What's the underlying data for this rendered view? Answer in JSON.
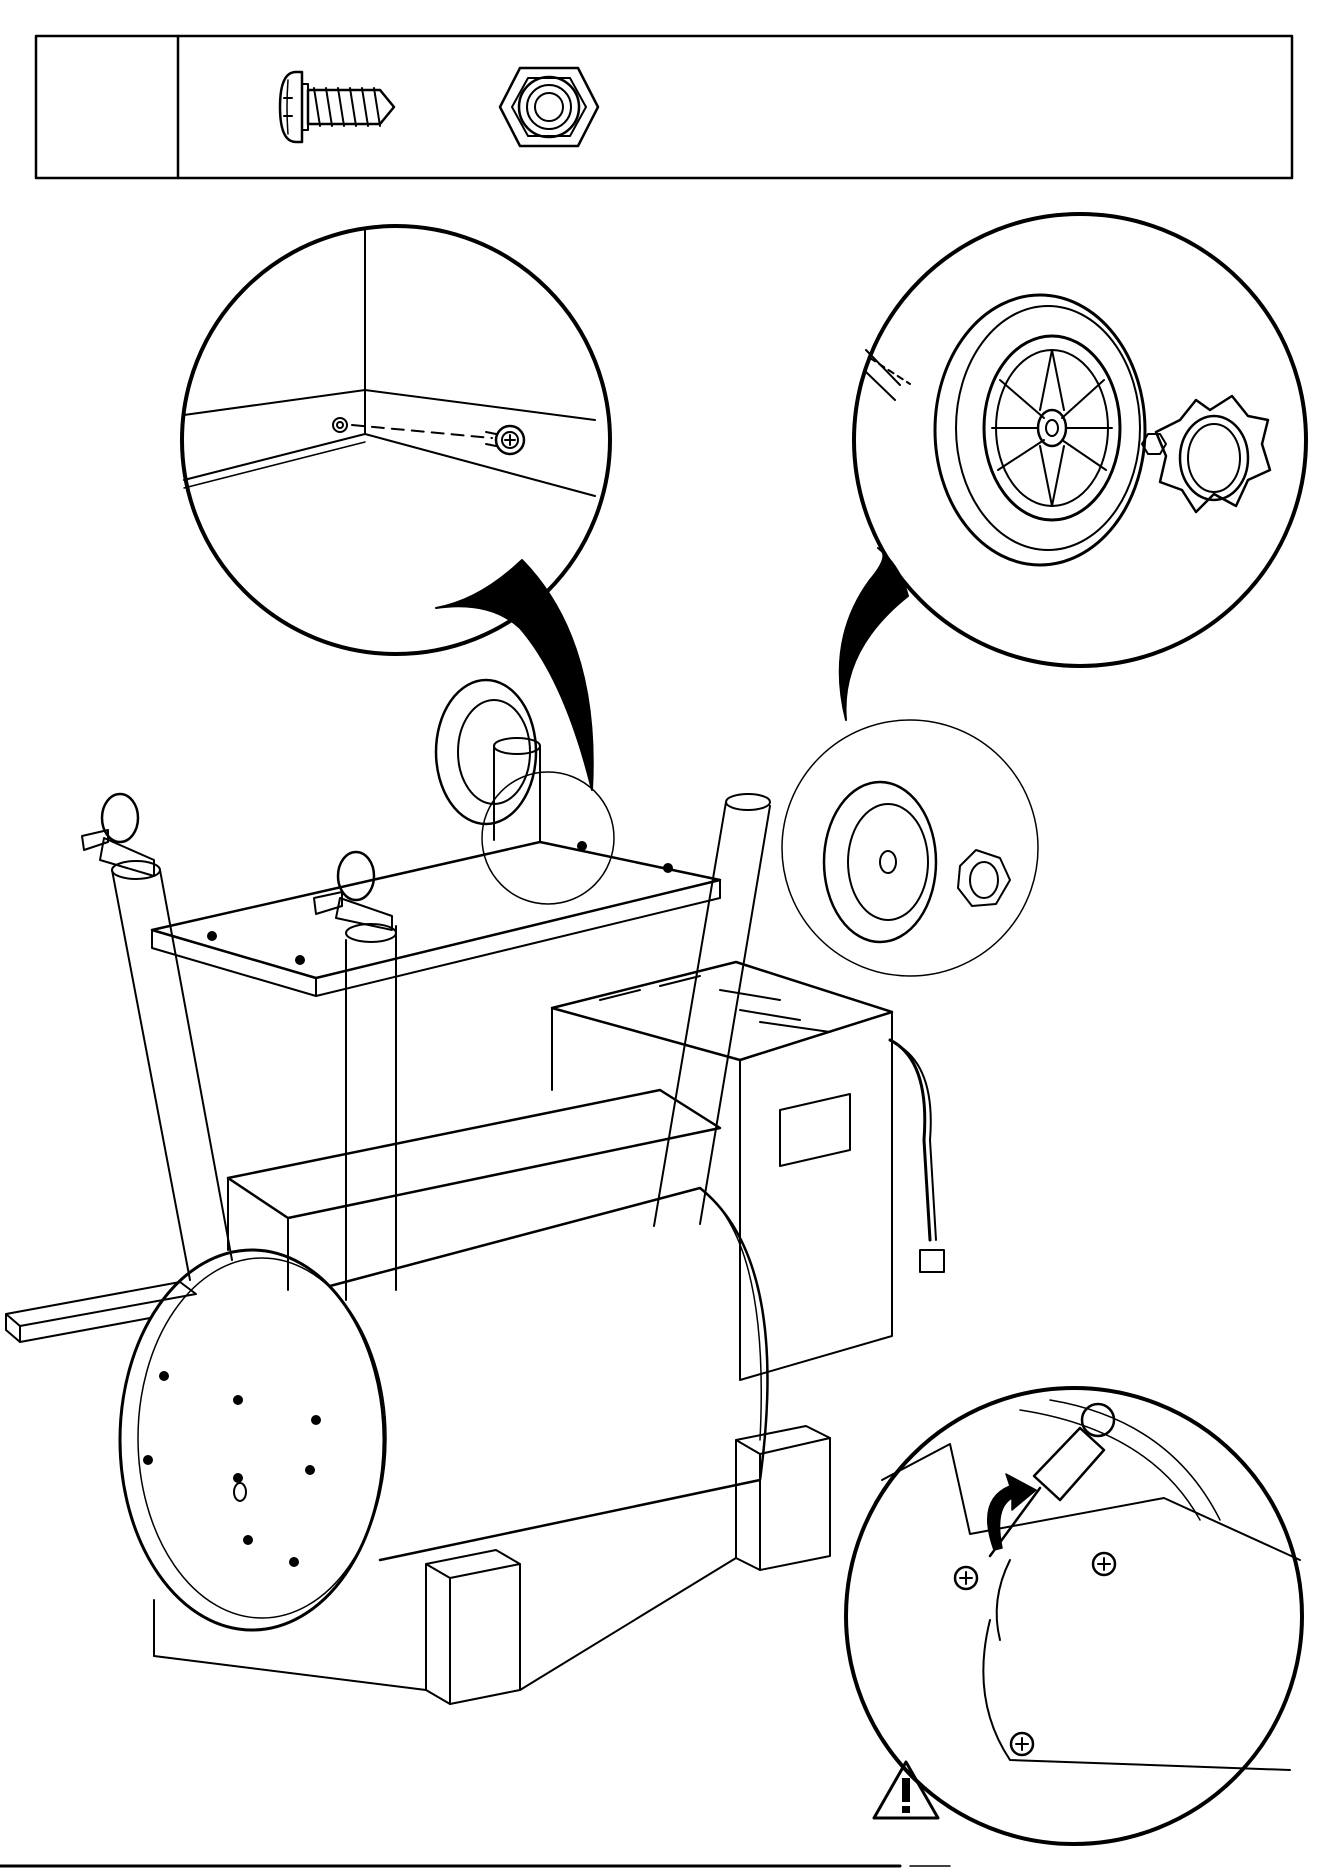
{
  "page": {
    "type": "assembly-instruction-sheet",
    "ink_color": "#000000",
    "paper_color": "#ffffff"
  },
  "parts_table": {
    "qty_cell": "",
    "parts": [
      {
        "icon": "phillips-screw-icon"
      },
      {
        "icon": "hex-lock-nut-icon"
      }
    ]
  },
  "callouts": [
    {
      "icon": "screw-into-frame-detail"
    },
    {
      "icon": "wheel-axle-nut-cap-detail"
    },
    {
      "icon": "screwdriver-tighten-detail"
    }
  ],
  "warning": {
    "icon": "warning-triangle-icon",
    "symbol": "!"
  }
}
